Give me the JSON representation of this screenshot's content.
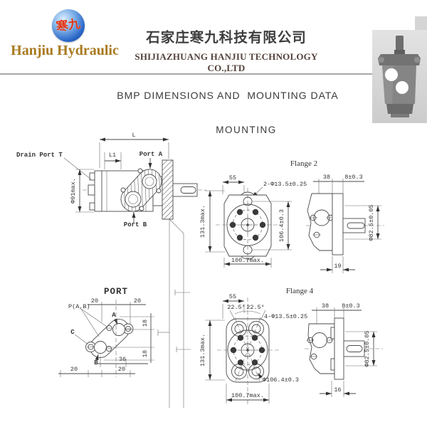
{
  "header": {
    "logo_chars": "寒九",
    "brand": "Hanjiu Hydraulic",
    "company_cn": "石家庄寒九科技有限公司",
    "company_en": "SHIJIAZHUANG HANJIU TECHNOLOGY CO.,LTD",
    "doc_title": "BMP DIMENSIONS AND  MOUNTING DATA"
  },
  "section": {
    "title": "MOUNTING"
  },
  "side_view": {
    "dim_l": "L",
    "dim_l1": "L1",
    "drain_port": "Drain Port T",
    "port_a": "Port A",
    "port_b": "Port B",
    "dia_body": "Φ91max."
  },
  "flange2": {
    "title": "Flange 2",
    "front": {
      "dim_55": "55",
      "holes": "2-Φ13.5±0.25",
      "height": "131.3max.",
      "hole_spacing": "106.4±0.3",
      "width": "100.7max."
    },
    "side": {
      "dim_38": "38",
      "dim_8": "8±0.3",
      "pilot": "Φ82.5±0.05",
      "dim_19": "19"
    }
  },
  "port_view": {
    "title": "PORT",
    "label_p": "P(A,B)",
    "label_a": "A",
    "label_b": "B",
    "label_c": "C",
    "dim_20_tl": "20",
    "dim_20_tr": "20",
    "dim_20_bl": "20",
    "dim_20_br": "20",
    "dim_36": "36",
    "dim_18_top": "18",
    "dim_18_bot": "18"
  },
  "flange4": {
    "title": "Flange 4",
    "front": {
      "dim_55": "55",
      "angle_l": "22.5°",
      "angle_r": "22.5°",
      "holes": "4-Φ13.5±0.25",
      "height": "131.3max.",
      "bolt_circle": "Φ106.4±0.3",
      "width": "100.7max."
    },
    "side": {
      "dim_38": "38",
      "dim_8": "8±0.3",
      "pilot": "Φ82.5±0.05",
      "dim_16": "16"
    }
  },
  "colors": {
    "brand_gold": "#a9791f",
    "text_dark": "#3a3a3a",
    "line": "#4a4a4a",
    "panel_gray": "#d8d8d8",
    "logo_blue": "#2a66c8",
    "logo_red": "#d43318"
  }
}
